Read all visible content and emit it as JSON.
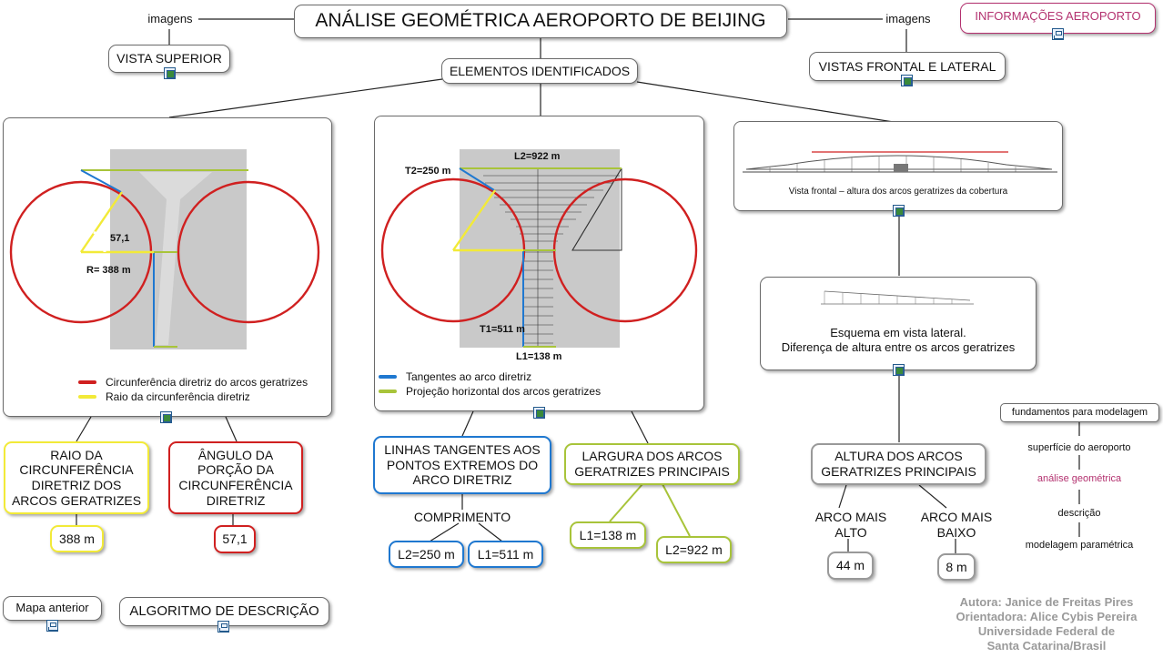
{
  "title": "ANÁLISE GEOMÉTRICA AEROPORTO DE BEIJING",
  "info_button": "INFORMAÇÕES AEROPORTO",
  "link_imagens_left": "imagens",
  "link_imagens_right": "imagens",
  "vista_superior": "VISTA SUPERIOR",
  "vistas_frontal_lateral": "VISTAS FRONTAL E LATERAL",
  "elementos": "ELEMENTOS IDENTIFICADOS",
  "panel1": {
    "angle_label": "57,1",
    "radius_label": "R= 388 m",
    "legend_red": "Circunferência diretriz do arcos geratrizes",
    "legend_yellow": "Raio da circunferência diretriz"
  },
  "panel2": {
    "l2": "L2=922 m",
    "t2": "T2=250 m",
    "t1": "T1=511 m",
    "l1": "L1=138 m",
    "legend_blue": "Tangentes ao arco diretriz",
    "legend_green": "Projeção horizontal dos arcos geratrizes"
  },
  "panel3": {
    "caption": "Vista frontal – altura dos arcos geratrizes da cobertura"
  },
  "lateral": {
    "line1": "Esquema em vista lateral.",
    "line2": "Diferença de altura entre os arcos geratrizes"
  },
  "raio_box": "RAIO DA CIRCUNFERÊNCIA DIRETRIZ DOS ARCOS GERATRIZES",
  "raio_value": "388 m",
  "angulo_box": "ÂNGULO DA PORÇÃO DA CIRCUNFERÊNCIA DIRETRIZ",
  "angulo_value": "57,1",
  "linhas_box": "LINHAS TANGENTES AOS PONTOS EXTREMOS DO ARCO DIRETRIZ",
  "comprimento": "COMPRIMENTO",
  "l2_250": "L2=250 m",
  "l1_511": "L1=511 m",
  "largura_box": "LARGURA DOS ARCOS GERATRIZES PRINCIPAIS",
  "l1_138": "L1=138 m",
  "l2_922": "L2=922 m",
  "altura_box": "ALTURA DOS ARCOS GERATRIZES PRINCIPAIS",
  "arco_alto": "ARCO MAIS ALTO",
  "arco_baixo": "ARCO MAIS BAIXO",
  "v44": "44 m",
  "v8": "8 m",
  "fundamentos": {
    "title": "fundamentos para modelagem",
    "items": [
      "superfície do aeroporto",
      "análise geométrica",
      "descrição",
      "modelagem paramétrica"
    ]
  },
  "mapa_anterior": "Mapa anterior",
  "algoritmo": "ALGORITMO DE DESCRIÇÃO",
  "author": {
    "line1": "Autora: Janice de Freitas Pires",
    "line2": "Orientadora: Alice Cybis Pereira",
    "line3": "Universidade Federal de",
    "line4": "Santa Catarina/Brasil"
  },
  "colors": {
    "red": "#d02020",
    "yellow": "#f2ea38",
    "blue": "#1f78d0",
    "green": "#a8c43a",
    "accent_pink": "#b3316f",
    "author_gray": "#9a9a9a"
  }
}
